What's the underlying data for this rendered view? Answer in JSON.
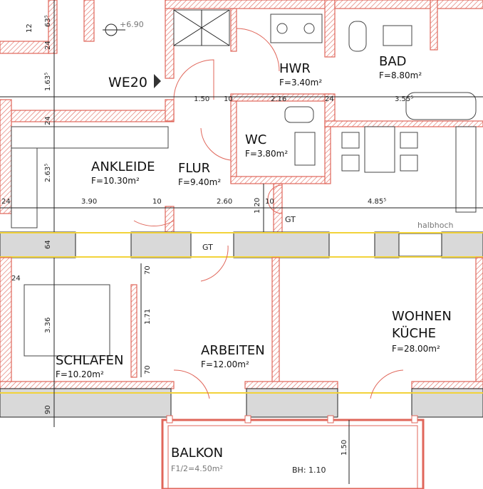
{
  "plan": {
    "unit_label": "WE20",
    "level_mark": "+6.90",
    "note_halbhoch": "halbhoch",
    "balcony_height": "BH: 1.10"
  },
  "rooms": {
    "hwr": {
      "name": "HWR",
      "area": "F=3.40m²"
    },
    "bad": {
      "name": "BAD",
      "area": "F=8.80m²"
    },
    "wc": {
      "name": "WC",
      "area": "F=3.80m²"
    },
    "ankleide": {
      "name": "ANKLEIDE",
      "area": "F=10.30m²"
    },
    "flur": {
      "name": "FLUR",
      "area": "F=9.40m²"
    },
    "schlafen": {
      "name": "SCHLAFEN",
      "area": "F=10.20m²"
    },
    "arbeiten": {
      "name": "ARBEITEN",
      "area": "F=12.00m²"
    },
    "wohnen": {
      "name": "WOHNEN",
      "name2": "KÜCHE",
      "area": "F=28.00m²"
    },
    "balkon": {
      "name": "BALKON",
      "area": "F1/2=4.50m²"
    }
  },
  "labels": {
    "gt1": "GT",
    "gt2": "GT"
  },
  "dimensions": {
    "d_12": "12",
    "d_63": "63⁵",
    "d_24a": "24",
    "d_163": "1.63⁵",
    "d_24b": "24",
    "d_150": "1.50",
    "d_10a": "10",
    "d_216": "2.16",
    "d_24c": "24",
    "d_355": "3.55⁵",
    "d_263": "2.63⁵",
    "d_24d": "24",
    "d_390": "3.90",
    "d_10b": "10",
    "d_260": "2.60",
    "d_120": "1.20",
    "d_10c": "10",
    "d_485": "4.85⁵",
    "d_64": "64",
    "d_24e": "24",
    "d_336": "3.36",
    "d_70a": "70",
    "d_171": "1.71",
    "d_70b": "70",
    "d_90": "90",
    "d_150b": "1.50"
  }
}
